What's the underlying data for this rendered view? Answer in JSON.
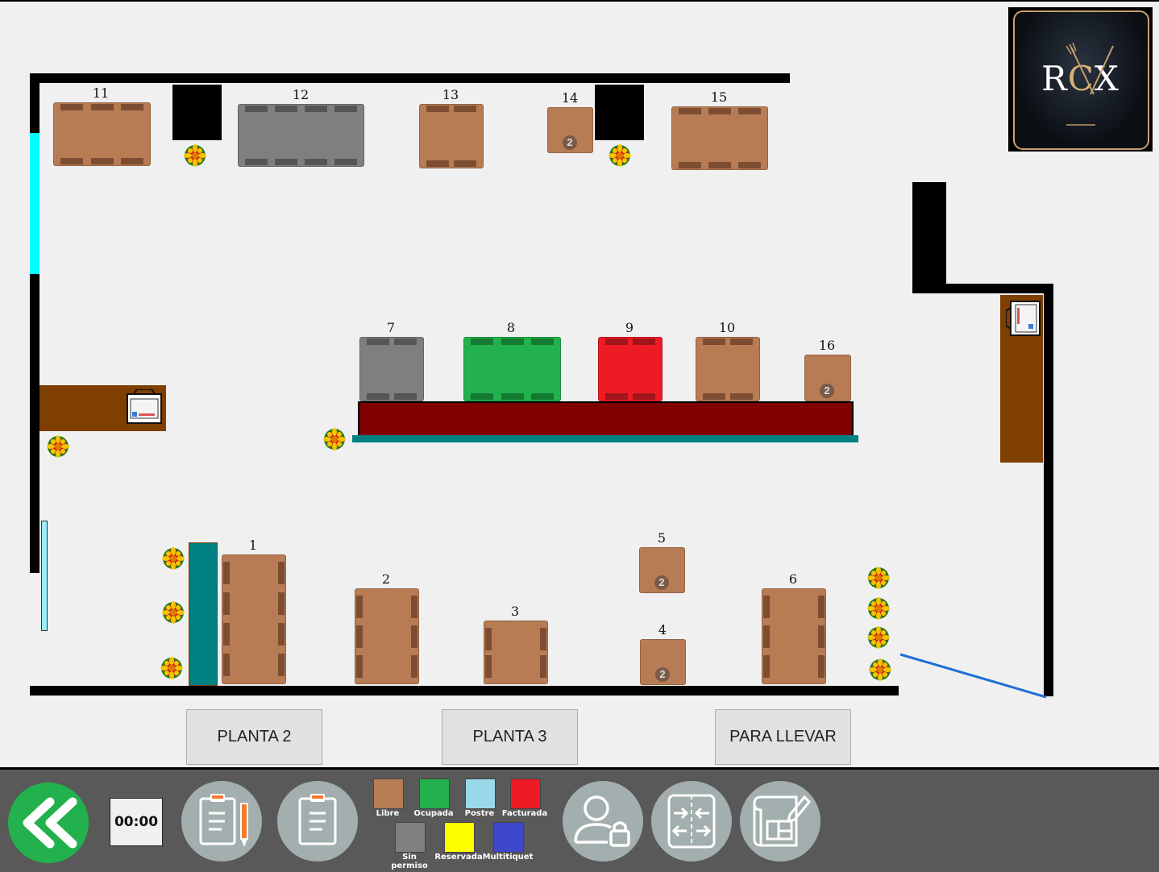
{
  "logo": {
    "text": "RCX",
    "text_part1": "R",
    "text_part2": "C",
    "text_part3": "X"
  },
  "tables": [
    {
      "id": "t1",
      "label": "1",
      "status": "libre"
    },
    {
      "id": "t2",
      "label": "2",
      "status": "libre"
    },
    {
      "id": "t3",
      "label": "3",
      "status": "libre"
    },
    {
      "id": "t4",
      "label": "4",
      "status": "libre",
      "badge": "2"
    },
    {
      "id": "t5",
      "label": "5",
      "status": "libre",
      "badge": "2"
    },
    {
      "id": "t6",
      "label": "6",
      "status": "libre"
    },
    {
      "id": "t7",
      "label": "7",
      "status": "sin permiso"
    },
    {
      "id": "t8",
      "label": "8",
      "status": "ocupada"
    },
    {
      "id": "t9",
      "label": "9",
      "status": "facturada"
    },
    {
      "id": "t10",
      "label": "10",
      "status": "libre"
    },
    {
      "id": "t11",
      "label": "11",
      "status": "libre"
    },
    {
      "id": "t12",
      "label": "12",
      "status": "sin permiso"
    },
    {
      "id": "t13",
      "label": "13",
      "status": "libre"
    },
    {
      "id": "t14",
      "label": "14",
      "status": "libre",
      "badge": "2"
    },
    {
      "id": "t15",
      "label": "15",
      "status": "libre"
    },
    {
      "id": "t16",
      "label": "16",
      "status": "libre",
      "badge": "2"
    }
  ],
  "floor_buttons": {
    "planta2": "PLANTA 2",
    "planta3": "PLANTA 3",
    "para_llevar": "PARA LLEVAR"
  },
  "timer": "00:00",
  "legend": [
    {
      "label": "Libre",
      "color": "#b87c55"
    },
    {
      "label": "Ocupada",
      "color": "#22b14c"
    },
    {
      "label": "Postre",
      "color": "#99d9ea"
    },
    {
      "label": "Facturada",
      "color": "#ed1c24"
    },
    {
      "label": "Sin permiso",
      "color": "#7f7f7f"
    },
    {
      "label": "Reservada",
      "color": "#ffff00"
    },
    {
      "label": "Multitiquet",
      "color": "#3f48cc"
    }
  ],
  "icons": {
    "back": "double-chevron-left-icon",
    "order_edit": "clipboard-pencil-icon",
    "order": "clipboard-icon",
    "user_lock": "user-lock-icon",
    "transfer": "arrows-transfer-icon",
    "floor_edit": "blueprint-pencil-icon"
  }
}
